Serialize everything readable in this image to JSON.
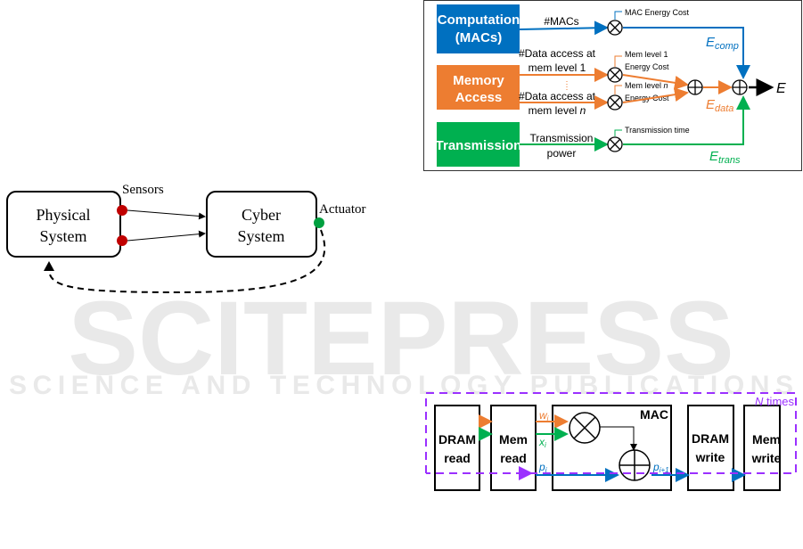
{
  "watermark": {
    "main": "SCITEPRESS",
    "sub": "SCIENCE AND TECHNOLOGY PUBLICATIONS"
  },
  "cps_diagram": {
    "physical_line1": "Physical",
    "physical_line2": "System",
    "cyber_line1": "Cyber",
    "cyber_line2": "System",
    "sensors": "Sensors",
    "actuator": "Actuator",
    "colors": {
      "sensor": "#c00000",
      "actuator": "#00a040"
    }
  },
  "energy_diagram": {
    "computation_line1": "Computation",
    "computation_line2": "(MACs)",
    "memory_line1": "Memory",
    "memory_line2": "Access",
    "transmission": "Transmission",
    "macs": "#MACs",
    "mac_energy_cost": "MAC Energy Cost",
    "data_access_1_line1": "#Data access at",
    "data_access_1_line2": "mem level 1",
    "data_access_n_line1": "#Data access at",
    "data_access_n_line2a": "mem level ",
    "data_access_n_line2b": "n",
    "mem1_cost_line1": "Mem level 1",
    "mem1_cost_line2": "Energy Cost",
    "memn_cost_line1a": "Mem level ",
    "memn_cost_line1b": "n",
    "memn_cost_line2": "Energy Cost",
    "trans_power_line1": "Transmission",
    "trans_power_line2": "power",
    "trans_time": "Transmission time",
    "e_comp": "E",
    "e_comp_sub": "comp",
    "e_data": "E",
    "e_data_sub": "data",
    "e_trans": "E",
    "e_trans_sub": "trans",
    "e_total": "E",
    "colors": {
      "computation": "#0070c0",
      "memory": "#ed7d31",
      "transmission": "#00b050"
    }
  },
  "mac_diagram": {
    "n_times_a": "N",
    "n_times_b": " times",
    "dram_read_line1": "DRAM",
    "dram_read_line2": "read",
    "mem_read_line1": "Mem",
    "mem_read_line2": "read",
    "mac": "MAC",
    "w": "w",
    "w_sub": "i",
    "x": "x",
    "x_sub": "i",
    "p": "p",
    "p_sub": "i",
    "p_next": "p",
    "p_next_sub": "i+1",
    "dram_write_line1": "DRAM",
    "dram_write_line2": "write",
    "mem_write_line1": "Mem",
    "mem_write_line2": "write",
    "colors": {
      "loop": "#9b30ff"
    }
  }
}
